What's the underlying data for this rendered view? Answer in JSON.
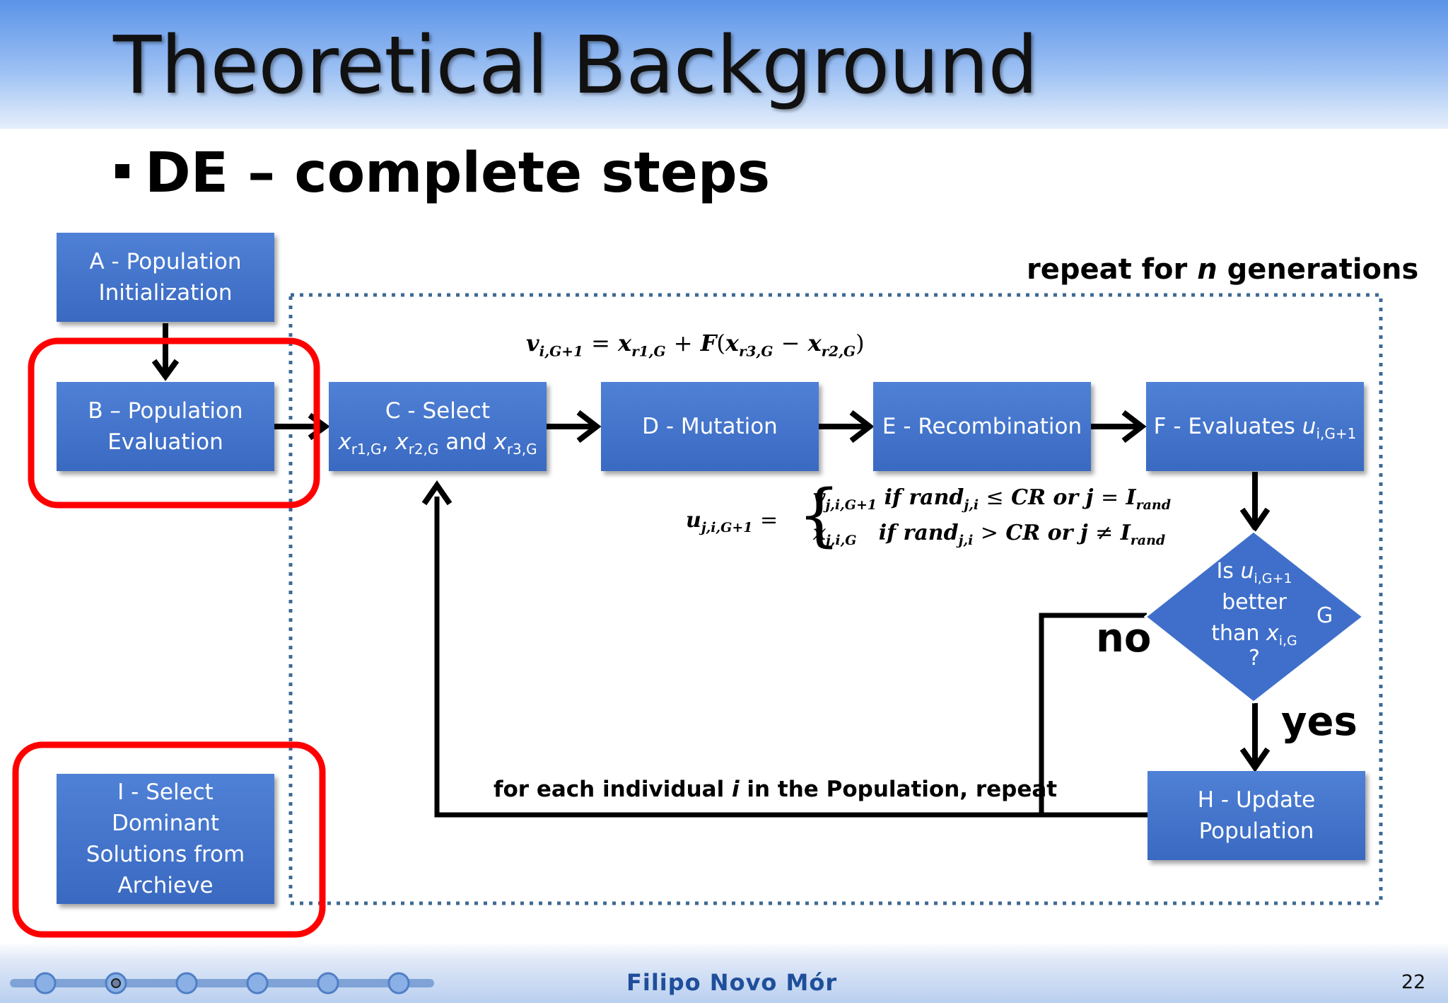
{
  "slide": {
    "title": "Theoretical Background",
    "bullet": "DE – complete steps",
    "author": "Filipo Novo Mór",
    "page_number": "22"
  },
  "diagram": {
    "repeat_label_pre": "repeat for ",
    "repeat_label_var": "n",
    "repeat_label_post": " generations",
    "loop_label_pre": "for each individual ",
    "loop_label_var": "i",
    "loop_label_post": " in the Population, repeat",
    "no_label": "no",
    "yes_label": "yes",
    "nodes": {
      "A": {
        "line1": "A - Population",
        "line2": "Initialization"
      },
      "B": {
        "line1": "B – Population",
        "line2": "Evaluation"
      },
      "C": {
        "line1": "C - Select",
        "x": "x",
        "r1": "r1,G",
        "sep1": ", ",
        "r2": "r2,G",
        "and": " and ",
        "r3": "r3,G"
      },
      "D": {
        "label": "D - Mutation"
      },
      "E": {
        "label": "E - Recombination"
      },
      "F": {
        "label": "F - Evaluates ",
        "var": "u",
        "sub": "i,G+1"
      },
      "G": {
        "letter": "G",
        "l1": "Is ",
        "var1": "u",
        "sub1": "i,G+1",
        "l2": "better",
        "l3": "than ",
        "var2": "x",
        "sub2": "i,G",
        "l4": "?"
      },
      "H": {
        "line1": "H - Update",
        "line2": "Population"
      },
      "I": {
        "line1": "I - Select",
        "line2": "Dominant",
        "line3": "Solutions from",
        "line4": "Archieve"
      }
    },
    "equations": {
      "mutation": "v_{i,G+1} = x_{r1,G} + F(x_{r3,G} − x_{r2,G})",
      "recombination": "u_{j,i,G+1} = { v_{j,i,G+1} if rand_{j,i} ≤ CR or j = I_rand ; x_{j,i,G} if rand_{j,i} > CR or j ≠ I_rand }"
    }
  },
  "colors": {
    "box": "#3f6fca",
    "highlight": "#ff0000",
    "dotted": "#3e6a94",
    "author": "#1f4f9a"
  }
}
